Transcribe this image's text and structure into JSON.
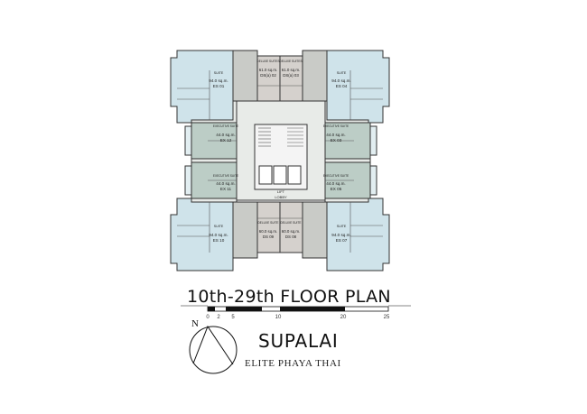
{
  "title": "10th-29th FLOOR PLAN",
  "scale": {
    "ticks": [
      "0",
      "2",
      "5",
      "10",
      "20",
      "25"
    ]
  },
  "north_label": "N",
  "brand": "SUPALAI",
  "project": "ELITE PHAYA THAI",
  "colors": {
    "suite": "#cfe3ea",
    "deluxe": "#d5d1cd",
    "deluxe_alt": "#c9cbc7",
    "executive": "#bccdc6",
    "corridor": "#e8ebe8",
    "balcony": "#e2eef1",
    "wall": "#333333"
  },
  "rooms": [
    {
      "type": "SUITE",
      "area": "94.0 sq.m.",
      "code": "ES 01"
    },
    {
      "type": "DELUXE SUITES",
      "area": "61.0 sq.m.",
      "code": "DS(a) 02"
    },
    {
      "type": "DELUXE SUITES",
      "area": "61.0 sq.m.",
      "code": "DS(a) 03"
    },
    {
      "type": "SUITE",
      "area": "94.0 sq.m.",
      "code": "ES 04"
    },
    {
      "type": "EXECUTIVE SUITE",
      "area": "44.0 sq.m.",
      "code": "EX 12"
    },
    {
      "type": "EXECUTIVE SUITE",
      "area": "44.0 sq.m.",
      "code": "EX 03"
    },
    {
      "type": "EXECUTIVE SUITE",
      "area": "44.0 sq.m.",
      "code": "EX 11"
    },
    {
      "type": "EXECUTIVE SUITE",
      "area": "44.0 sq.m.",
      "code": "EX 05"
    },
    {
      "type": "SUITE",
      "area": "94.0 sq.m.",
      "code": "ES 10"
    },
    {
      "type": "DELUXE SUITE",
      "area": "60.0 sq.m.",
      "code": "DS 09"
    },
    {
      "type": "DELUXE SUITE",
      "area": "60.0 sq.m.",
      "code": "DS 08"
    },
    {
      "type": "SUITE",
      "area": "94.0 sq.m.",
      "code": "ES 07"
    }
  ],
  "core": {
    "lift": "LIFT",
    "lobby": "LOBBY"
  }
}
